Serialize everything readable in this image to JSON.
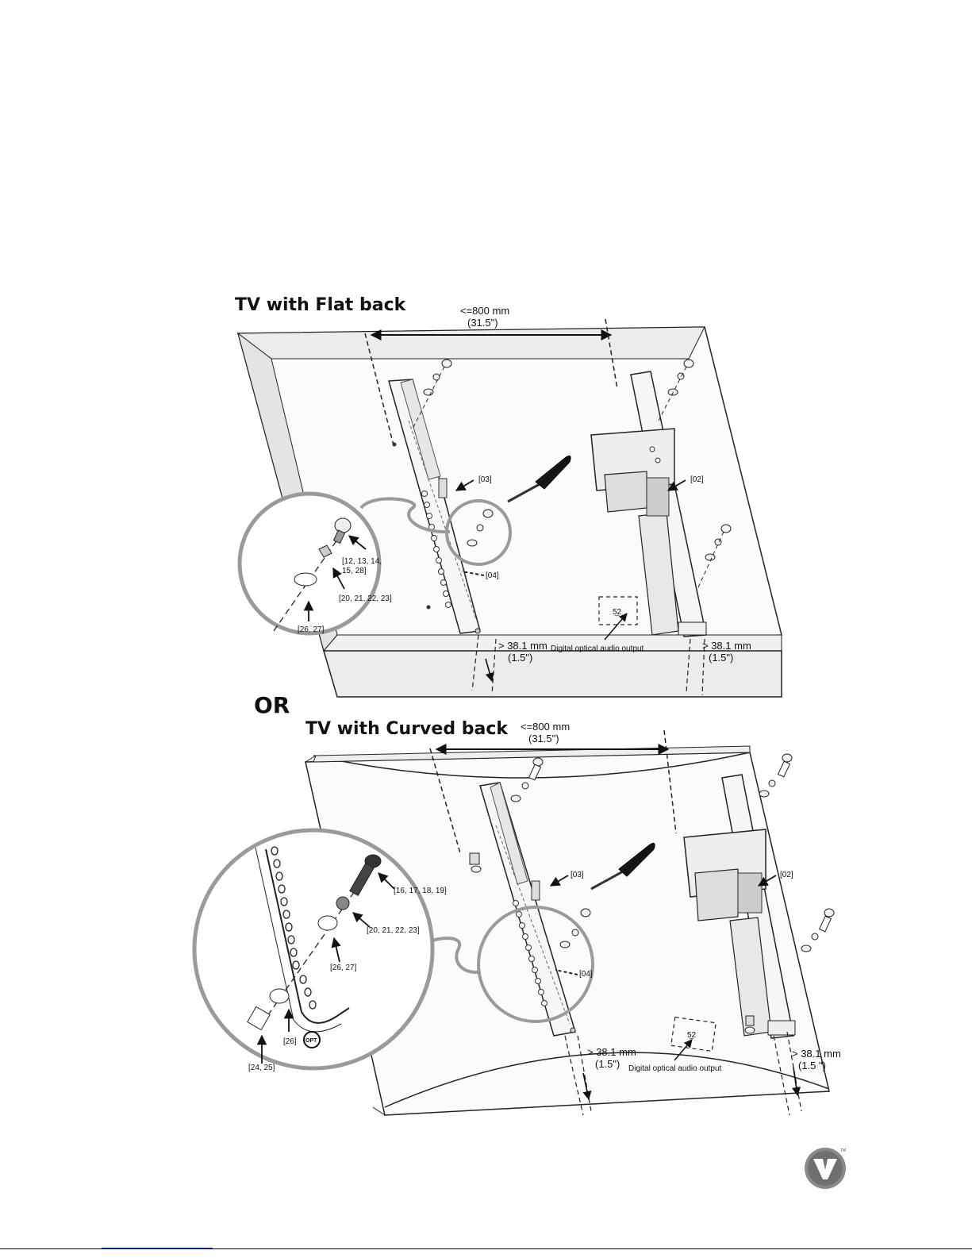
{
  "flat": {
    "title": "TV with Flat back",
    "width_mm": "<=800 mm",
    "width_in": "(31.5\")",
    "parts": {
      "p03": "[03]",
      "p02": "[02]",
      "p04": "[04]",
      "p12": "[12, 13, 14,",
      "p12b": "15, 28]",
      "p20": "[20, 21, 22, 23]",
      "p26": "[26, 27]"
    },
    "clearance_left_mm": "> 38.1 mm",
    "clearance_left_in": "(1.5\")",
    "clearance_right_mm": "> 38.1 mm",
    "clearance_right_in": "(1.5\")",
    "optical": "Digital optical audio output"
  },
  "or_label": "OR",
  "curved": {
    "title": "TV with Curved back",
    "width_mm": "<=800 mm",
    "width_in": "(31.5\")",
    "parts": {
      "p03": "[03]",
      "p02": "[02]",
      "p04": "[04]",
      "p16": "[16, 17, 18, 19]",
      "p20": "[20, 21, 22, 23]",
      "p26_27": "[26, 27]",
      "p26": "[26]",
      "opt": "OPT",
      "p24": "[24, 25]"
    },
    "clearance_left_mm": "> 38.1 mm",
    "clearance_left_in": "(1.5\")",
    "clearance_right_mm": "> 38.1 mm",
    "clearance_right_in": "(1.5  \")",
    "optical": "Digital optical audio output"
  },
  "colors": {
    "line": "#222222",
    "panel": "#f4f4f4",
    "lens": "#9a9a9a",
    "logo": "#7a7a7a"
  },
  "icons": {
    "logo": "v-logo-icon",
    "screwdriver": "screwdriver-icon"
  }
}
